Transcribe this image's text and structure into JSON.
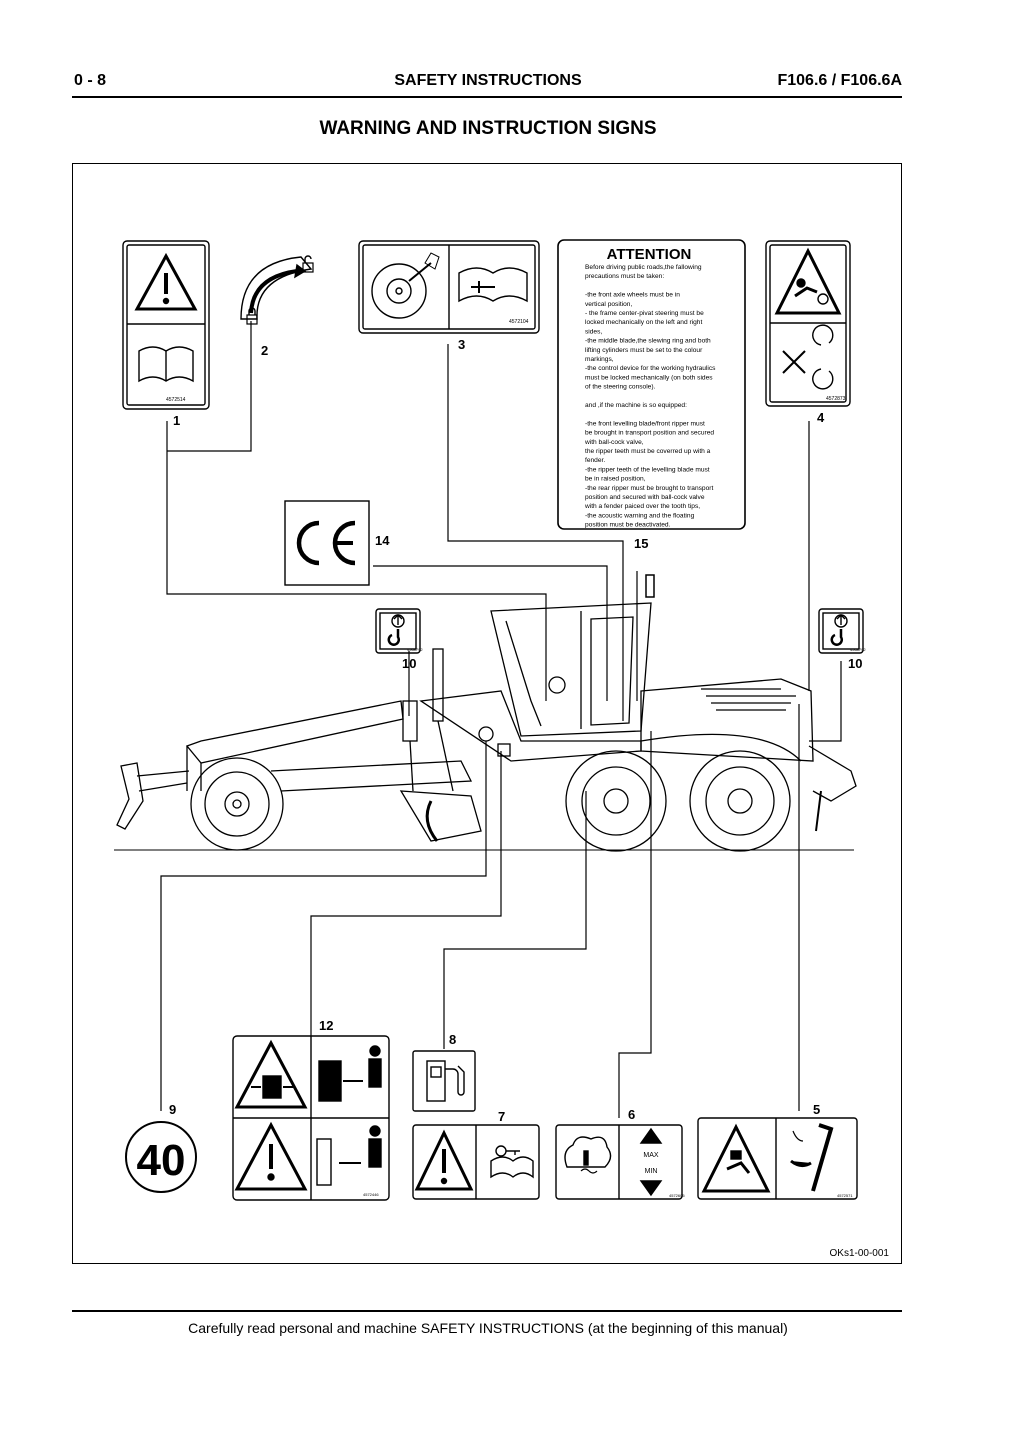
{
  "header": {
    "page_number": "0 - 8",
    "section": "SAFETY INSTRUCTIONS",
    "model": "F106.6 / F106.6A"
  },
  "title": "WARNING AND INSTRUCTION SIGNS",
  "callouts": {
    "c1": "1",
    "c2": "2",
    "c3": "3",
    "c4": "4",
    "c5": "5",
    "c6": "6",
    "c7": "7",
    "c8": "8",
    "c9": "9",
    "c10a": "10",
    "c10b": "10",
    "c12": "12",
    "c14": "14",
    "c15": "15"
  },
  "part_numbers": {
    "p1": "4572514",
    "p3": "4572104",
    "p4": "4572873",
    "p5": "4572571",
    "p6": "4572605",
    "p10a": "4568792",
    "p10b": "4568792",
    "p12": "4572446"
  },
  "attention_sign": {
    "heading": "ATTENTION",
    "lines": [
      "Before driving public roads,the fallowing",
      "precautions must be taken:",
      "",
      "-the front axle wheels must be in",
      " vertical position,",
      "- the frame center-pivat steering must be",
      " locked mechanically on the left and right",
      " sides,",
      "-the middle blade,the slewing ring and both",
      " lifting cylinders must be set to the colour",
      " markings,",
      "-the control device for the working hydraulics",
      " must be locked mechanically (on both sides",
      " of the steering console).",
      "",
      "and ,if the machine is so equipped:",
      "",
      "-the front levelling blade/front ripper must",
      " be brought in transport position and secured",
      " with ball-cock valve,",
      " the ripper teeth must be coverred up with a",
      " fender.",
      "-the ripper teeth of the levelling blade must",
      " be in raised position,",
      "-the rear ripper must be brought to transport",
      " position and secured with ball-cock valve",
      " with a fender paiced over the tooth tips,",
      "-the acoustic warning and the floating",
      " position must be deactivated."
    ]
  },
  "speed_sign": "40",
  "max_label": "MAX",
  "min_label": "MIN",
  "figure_code": "OKs1-00-001",
  "footer": "Carefully read personal and machine SAFETY INSTRUCTIONS (at the beginning of this manual)"
}
